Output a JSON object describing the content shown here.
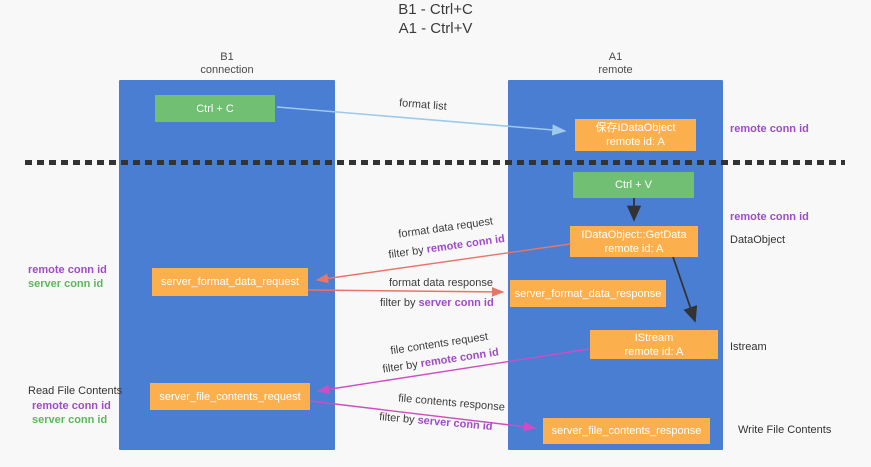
{
  "title": {
    "line1": "B1 - Ctrl+C",
    "line2": "A1 - Ctrl+V"
  },
  "columns": {
    "left": {
      "name_line": "B1",
      "role_line": "connection"
    },
    "right": {
      "name_line": "A1",
      "role_line": "remote"
    }
  },
  "nodes": {
    "ctrl_c": {
      "label": "Ctrl + C"
    },
    "ctrl_v": {
      "label": "Ctrl + V"
    },
    "save_dataobject": {
      "line1": "保存IDataObject",
      "line2": "remote id: A"
    },
    "getdata": {
      "line1": "IDataObject::GetData",
      "line2": "remote id: A"
    },
    "istream": {
      "line1": "IStream",
      "line2": "remote id: A"
    },
    "server_format_data_request": {
      "label": "server_format_data_request"
    },
    "server_format_data_response": {
      "label": "server_format_data_response"
    },
    "server_file_contents_request": {
      "label": "server_file_contents_request"
    },
    "server_file_contents_response": {
      "label": "server_file_contents_response"
    }
  },
  "arrow_labels": {
    "format_list": "format list",
    "format_data_request": "format data request",
    "format_data_request_filter": {
      "prefix": "filter by ",
      "key": "remote conn id"
    },
    "format_data_response": "format data response",
    "format_data_response_filter": {
      "prefix": "filter by ",
      "key": "server conn id"
    },
    "file_contents_request": "file contents request",
    "file_contents_request_filter": {
      "prefix": "filter by ",
      "key": "remote conn id"
    },
    "file_contents_response": "file contents response",
    "file_contents_response_filter": {
      "prefix": "filter by ",
      "key": "server conn id"
    }
  },
  "side_labels": {
    "right_remote_conn_id_top": "remote conn id",
    "right_remote_conn_id_mid": "remote conn id",
    "dataobject": "DataObject",
    "istream": "Istream",
    "write_file_contents": "Write File Contents",
    "left_remote_conn_id_top": "remote conn id",
    "left_server_conn_id_top": "server conn id",
    "read_file_contents": "Read File Contents",
    "left_remote_conn_id_bottom": "remote conn id",
    "left_server_conn_id_bottom": "server conn id"
  },
  "colors": {
    "column_blue": "#4A7ED3",
    "box_green": "#71BF73",
    "box_orange": "#FBB04D",
    "arrow_lightblue": "#9CC9EC",
    "arrow_red": "#E8746A",
    "arrow_magenta": "#CE4DC3",
    "arrow_black": "#333333",
    "text_purple": "#A04BC8",
    "text_green": "#5CB85C"
  }
}
